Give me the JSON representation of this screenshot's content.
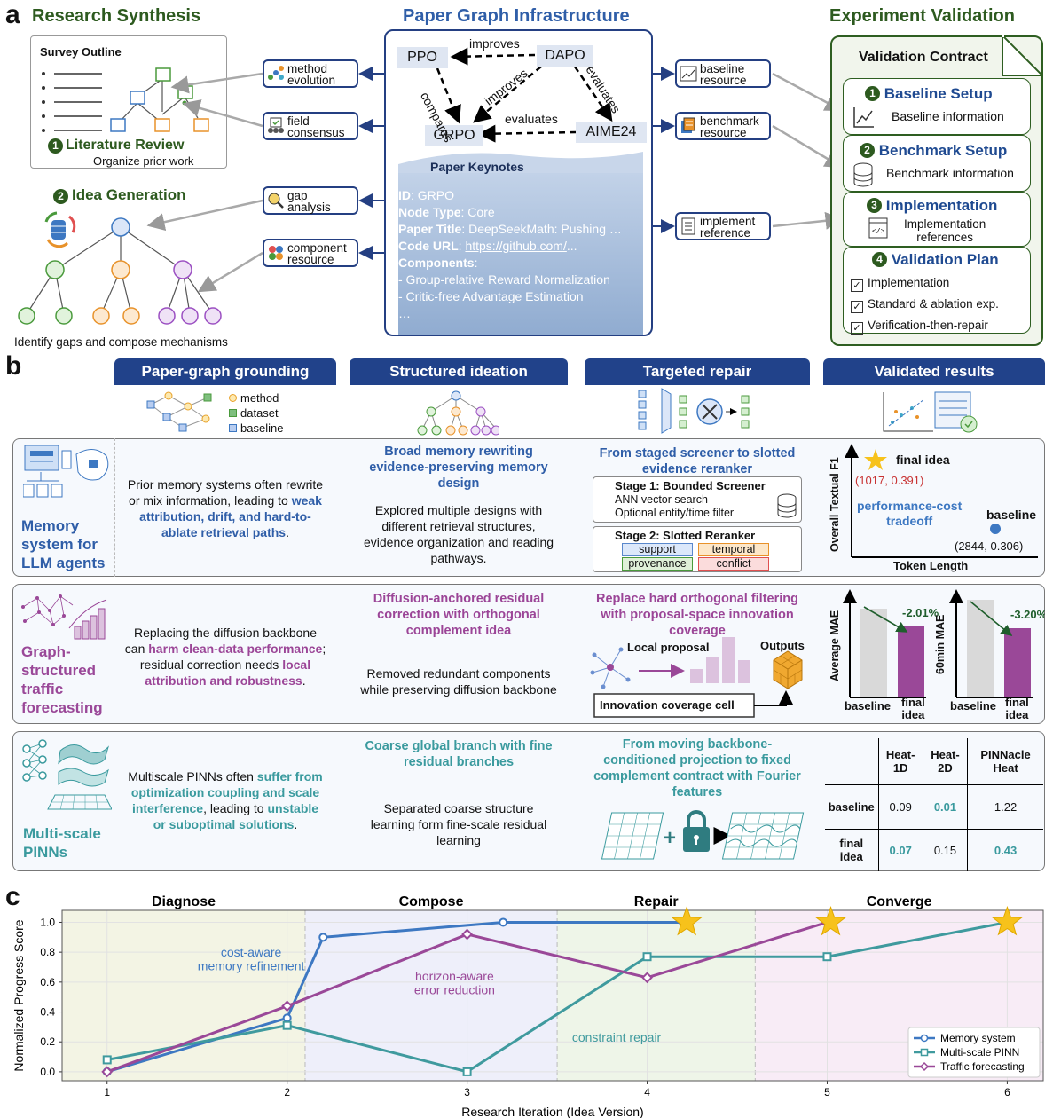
{
  "panel_a": {
    "label": "a",
    "research_synthesis": {
      "title": "Research Synthesis",
      "survey_title": "Survey Outline",
      "lit_review_num": "1",
      "lit_review_title": "Literature Review",
      "lit_review_sub": "Organize prior work",
      "idea_num": "2",
      "idea_title": "Idea Generation",
      "idea_caption": "Identify gaps and compose mechanisms"
    },
    "tags_left": [
      {
        "l1": "method",
        "l2": "evolution"
      },
      {
        "l1": "field",
        "l2": "consensus"
      },
      {
        "l1": "gap",
        "l2": "analysis"
      },
      {
        "l1": "component",
        "l2": "resource"
      }
    ],
    "tags_right": [
      {
        "l1": "baseline",
        "l2": "resource"
      },
      {
        "l1": "benchmark",
        "l2": "resource"
      },
      {
        "l1": "implement",
        "l2": "reference"
      }
    ],
    "graph": {
      "title": "Paper Graph Infrastructure",
      "nodes": [
        "PPO",
        "DAPO",
        "GRPO",
        "AIME24"
      ],
      "edges": [
        "improves",
        "compares",
        "improves",
        "evaluates",
        "evaluates"
      ],
      "keynotes_title": "Paper Keynotes",
      "id_label": "ID",
      "id_value": ": GRPO",
      "type_label": "Node Type",
      "type_value": ": Core",
      "paper_label": "Paper Title",
      "paper_value": ": DeepSeekMath: Pushing …",
      "code_label": "Code URL",
      "code_value": "https://github.com/",
      "code_suffix": "...",
      "components_label": "Components",
      "components_colon": ":",
      "components": [
        "- Group-relative Reward Normalization",
        "- Critic-free Advantage Estimation",
        "…"
      ]
    },
    "validation": {
      "title": "Experiment Validation",
      "contract": "Validation Contract",
      "steps": [
        {
          "num": "1",
          "title": "Baseline Setup",
          "desc": "Baseline information"
        },
        {
          "num": "2",
          "title": "Benchmark Setup",
          "desc": "Benchmark information"
        },
        {
          "num": "3",
          "title": "Implementation",
          "desc1": "Implementation",
          "desc2": "references"
        },
        {
          "num": "4",
          "title": "Validation Plan",
          "checks": [
            "Implementation",
            "Standard & ablation exp.",
            "Verification-then-repair"
          ]
        }
      ]
    }
  },
  "panel_b": {
    "label": "b",
    "columns": [
      "Paper-graph grounding",
      "Structured ideation",
      "Targeted repair",
      "Validated results"
    ],
    "legend": [
      "method",
      "dataset",
      "baseline"
    ],
    "rows": [
      {
        "name1": "Memory",
        "name2": "system for",
        "name3": "LLM agents",
        "ground": [
          "Prior memory systems often rewrite",
          "or mix information, leading to ",
          "weak",
          "attribution, drift, and hard-to-",
          "ablate retrieval paths",
          "."
        ],
        "idea_title": [
          "Broad memory rewriting",
          "evidence-preserving memory",
          "design"
        ],
        "idea_text": [
          "Explored multiple designs with",
          "different retrieval structures,",
          "evidence organization and reading",
          "pathways."
        ],
        "repair_title": [
          "From staged screener to slotted",
          "evidence reranker"
        ],
        "stage1": "Stage 1: Bounded Screener",
        "stage1_a": "ANN vector search",
        "stage1_b": "Optional entity/time filter",
        "stage2": "Stage 2: Slotted Reranker",
        "slots": [
          "support",
          "temporal",
          "provenance",
          "conflict"
        ],
        "result": {
          "final": "final idea",
          "final_pt": "(1017, 0.391)",
          "tradeoff1": "performance-cost",
          "tradeoff2": "tradeoff",
          "baseline": "baseline",
          "baseline_pt": "(2844, 0.306)",
          "ylabel": "Overall Textual F1",
          "xlabel": "Token Length"
        }
      },
      {
        "name1": "Graph-",
        "name2": "structured",
        "name3": "traffic",
        "name4": "forecasting",
        "ground": [
          "Replacing the diffusion backbone",
          "can ",
          "harm clean-data performance",
          ";",
          "residual correction needs ",
          "local",
          "attribution and robustness",
          "."
        ],
        "idea_title": [
          "Diffusion-anchored residual",
          "correction with orthogonal",
          "complement idea"
        ],
        "idea_text": [
          "Removed redundant components",
          "while preserving diffusion backbone"
        ],
        "repair_title": [
          "Replace hard orthogonal filtering",
          "with proposal-space innovation",
          "coverage"
        ],
        "local": "Local proposal",
        "outputs": "Outputs",
        "cell": "Innovation coverage cell",
        "result": {
          "ylabel1": "Average MAE",
          "ylabel2": "60min MAE",
          "pct1": "-2.01%",
          "pct2": "-3.20%",
          "bl": "baseline",
          "fi1": "final",
          "fi2": "idea"
        }
      },
      {
        "name1": "Multi-scale",
        "name2": "PINNs",
        "ground": [
          "Multiscale PINNs often ",
          "suffer from",
          "optimization coupling and scale",
          "interference",
          ", leading to ",
          "unstable",
          "or suboptimal solutions",
          "."
        ],
        "idea_title": [
          "Coarse global branch with fine",
          "residual branches"
        ],
        "idea_text": [
          "Separated coarse structure",
          "learning form fine-scale residual",
          "learning"
        ],
        "repair_title": [
          "From moving backbone-",
          "conditioned projection to fixed",
          "complement contract with Fourier",
          "features"
        ],
        "table": {
          "headers": [
            "Heat-1D",
            "Heat-2D",
            "PINNacle Heat"
          ],
          "rows": [
            [
              "baseline",
              "0.09",
              "0.01",
              "1.22"
            ],
            [
              "final idea",
              "0.07",
              "0.15",
              "0.43"
            ]
          ]
        }
      }
    ]
  },
  "panel_c": {
    "label": "c"
  },
  "chart_data": {
    "type": "line",
    "xlabel": "Research Iteration (Idea Version)",
    "ylabel": "Normalized Progress Score",
    "xlim": [
      0.75,
      6.2
    ],
    "ylim": [
      -0.06,
      1.08
    ],
    "xticks": [
      "1",
      "2",
      "3",
      "4",
      "5",
      "6"
    ],
    "yticks": [
      "0.0",
      "0.2",
      "0.4",
      "0.6",
      "0.8",
      "1.0"
    ],
    "grid": true,
    "legend": "bottom-right",
    "phases": [
      {
        "name": "Diagnose",
        "from": 0.75,
        "to": 2.1,
        "color": "#f3f4e4"
      },
      {
        "name": "Compose",
        "from": 2.1,
        "to": 3.5,
        "color": "#eeeffa"
      },
      {
        "name": "Repair",
        "from": 3.5,
        "to": 4.6,
        "color": "#eef5e8"
      },
      {
        "name": "Converge",
        "from": 4.6,
        "to": 6.2,
        "color": "#f8ecf6"
      }
    ],
    "series": [
      {
        "name": "Memory system",
        "color": "#3d78c2",
        "marker": "circle",
        "x": [
          1,
          2,
          2.2,
          3.2,
          4.2
        ],
        "y": [
          0,
          0.36,
          0.9,
          1.0,
          1.0
        ]
      },
      {
        "name": "Multi-scale PINN",
        "color": "#3f9a9e",
        "marker": "square",
        "x": [
          1,
          2,
          3,
          4,
          5,
          6
        ],
        "y": [
          0.08,
          0.31,
          0.0,
          0.77,
          0.77,
          1.0
        ]
      },
      {
        "name": "Traffic forecasting",
        "color": "#9a4898",
        "marker": "diamond",
        "x": [
          1,
          2,
          3,
          4,
          5
        ],
        "y": [
          0,
          0.44,
          0.92,
          0.63,
          1.0
        ]
      }
    ],
    "stars": [
      {
        "x": 4.22,
        "y": 1.0
      },
      {
        "x": 5.02,
        "y": 1.0
      },
      {
        "x": 6.0,
        "y": 1.0
      }
    ],
    "annotations": [
      {
        "text": "cost-aware",
        "x": 1.8,
        "y": 0.77,
        "color": "#3d78c2"
      },
      {
        "text": "memory refinement",
        "x": 1.8,
        "y": 0.68,
        "color": "#3d78c2"
      },
      {
        "text": "horizon-aware",
        "x": 2.93,
        "y": 0.61,
        "color": "#9a4898"
      },
      {
        "text": "error reduction",
        "x": 2.93,
        "y": 0.52,
        "color": "#9a4898"
      },
      {
        "text": "constraint repair",
        "x": 3.83,
        "y": 0.2,
        "color": "#3f9a9e"
      }
    ]
  }
}
